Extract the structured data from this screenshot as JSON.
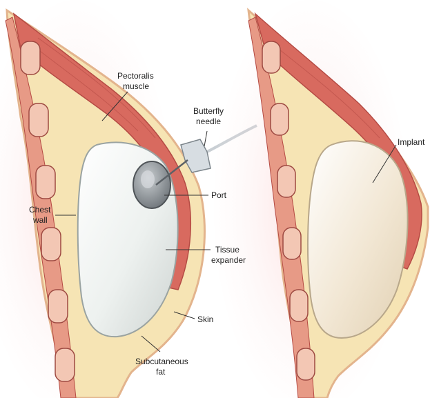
{
  "labels": {
    "pectoralis_line1": "Pectoralis",
    "pectoralis_line2": "muscle",
    "butterfly_line1": "Butterfly",
    "butterfly_line2": "needle",
    "port": "Port",
    "chest_line1": "Chest",
    "chest_line2": "wall",
    "tissue_line1": "Tissue",
    "tissue_line2": "expander",
    "skin": "Skin",
    "subcut_line1": "Subcutaneous",
    "subcut_line2": "fat",
    "implant": "Implant"
  },
  "colors": {
    "skin_outline": "#e3b48d",
    "fat": "#f6e4b4",
    "muscle": "#d86a5f",
    "muscle_dark": "#b54b44",
    "expander": "#eef0ef",
    "implant": "#f1e6d2",
    "port": "#8c9297",
    "needle": "#d7dde2"
  }
}
